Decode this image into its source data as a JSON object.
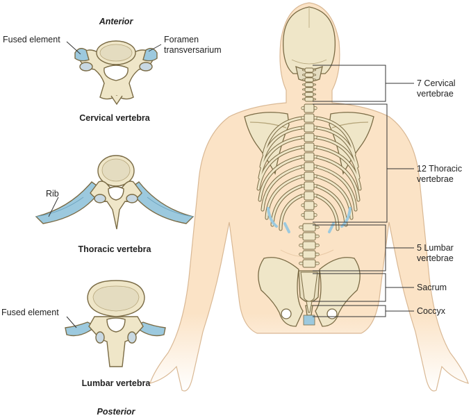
{
  "orientation": {
    "top": "Anterior",
    "bottom": "Posterior"
  },
  "vertebrae": {
    "cervical": {
      "title": "Cervical vertebra",
      "label_left": "Fused element",
      "label_right_line1": "Foramen",
      "label_right_line2": "transversarium"
    },
    "thoracic": {
      "title": "Thoracic vertebra",
      "label_left": "Rib"
    },
    "lumbar": {
      "title": "Lumbar vertebra",
      "label_left": "Fused element"
    }
  },
  "spine_regions": [
    {
      "line1": "7 Cervical",
      "line2": "vertebrae"
    },
    {
      "line1": "12 Thoracic",
      "line2": "vertebrae"
    },
    {
      "line1": "5 Lumbar",
      "line2": "vertebrae"
    },
    {
      "line1": "Sacrum",
      "line2": ""
    },
    {
      "line1": "Coccyx",
      "line2": ""
    }
  ],
  "colors": {
    "bone": "#efe6c8",
    "bone_outline": "#7a6b45",
    "cartilage": "#9cc9de",
    "skin": "#fbe3c6",
    "skin_outline": "#d9b894"
  }
}
